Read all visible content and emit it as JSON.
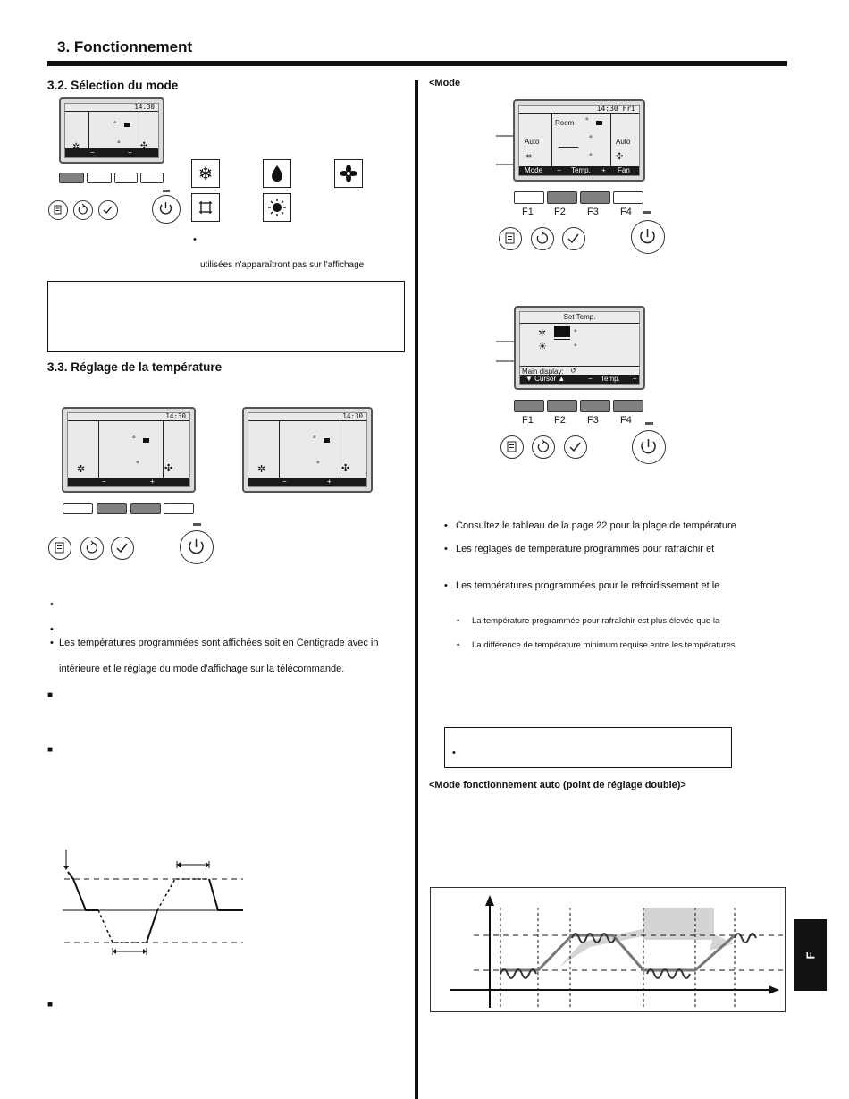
{
  "header": {
    "title": "3. Fonctionnement"
  },
  "left": {
    "sec32_title": "3.2. Sélection du mode",
    "lcd_time": "14:30",
    "mode_note_bullet": "•",
    "mode_note_text": "utilisées n'apparaîtront pas sur l'affichage",
    "sec33_title": "3.3. Réglage de la température",
    "bullet": "•",
    "temp_bullet3": "Les températures programmées sont affichées soit en Centigrade avec in",
    "temp_bullet3_cont": "intérieure et le réglage du mode d'affichage sur la télécommande.",
    "square_marker": "■"
  },
  "right": {
    "mode_heading": "<Mode",
    "lcd1": {
      "time": "14:30 Fri",
      "room": "Room",
      "auto_left": "Auto",
      "auto_right": "Auto",
      "bar": [
        "Mode",
        "−",
        "Temp.",
        "+",
        "Fan"
      ]
    },
    "f_labels": [
      "F1",
      "F2",
      "F3",
      "F4"
    ],
    "lcd2": {
      "title": "Set Temp.",
      "main_display": "Main display:",
      "bar": [
        "▼ Cursor ▲",
        "−",
        "Temp.",
        "+"
      ]
    },
    "bullets": [
      "Consultez le tableau de la page 22 pour la plage de température",
      "Les réglages de température programmés pour rafraîchir et",
      "Les températures programmées pour le refroidissement et le"
    ],
    "sub_bullets": [
      "La température programmée pour rafraîchir est plus élevée que la",
      "La différence de température minimum requise entre les températures"
    ],
    "note_bullet": "•",
    "auto_heading": "<Mode fonctionnement auto (point de réglage double)>"
  },
  "side_tab": {
    "label": "F"
  },
  "colors": {
    "button_grey": "#808080",
    "lcd_bar": "#1a1a1a",
    "tab_bg": "#111111"
  }
}
